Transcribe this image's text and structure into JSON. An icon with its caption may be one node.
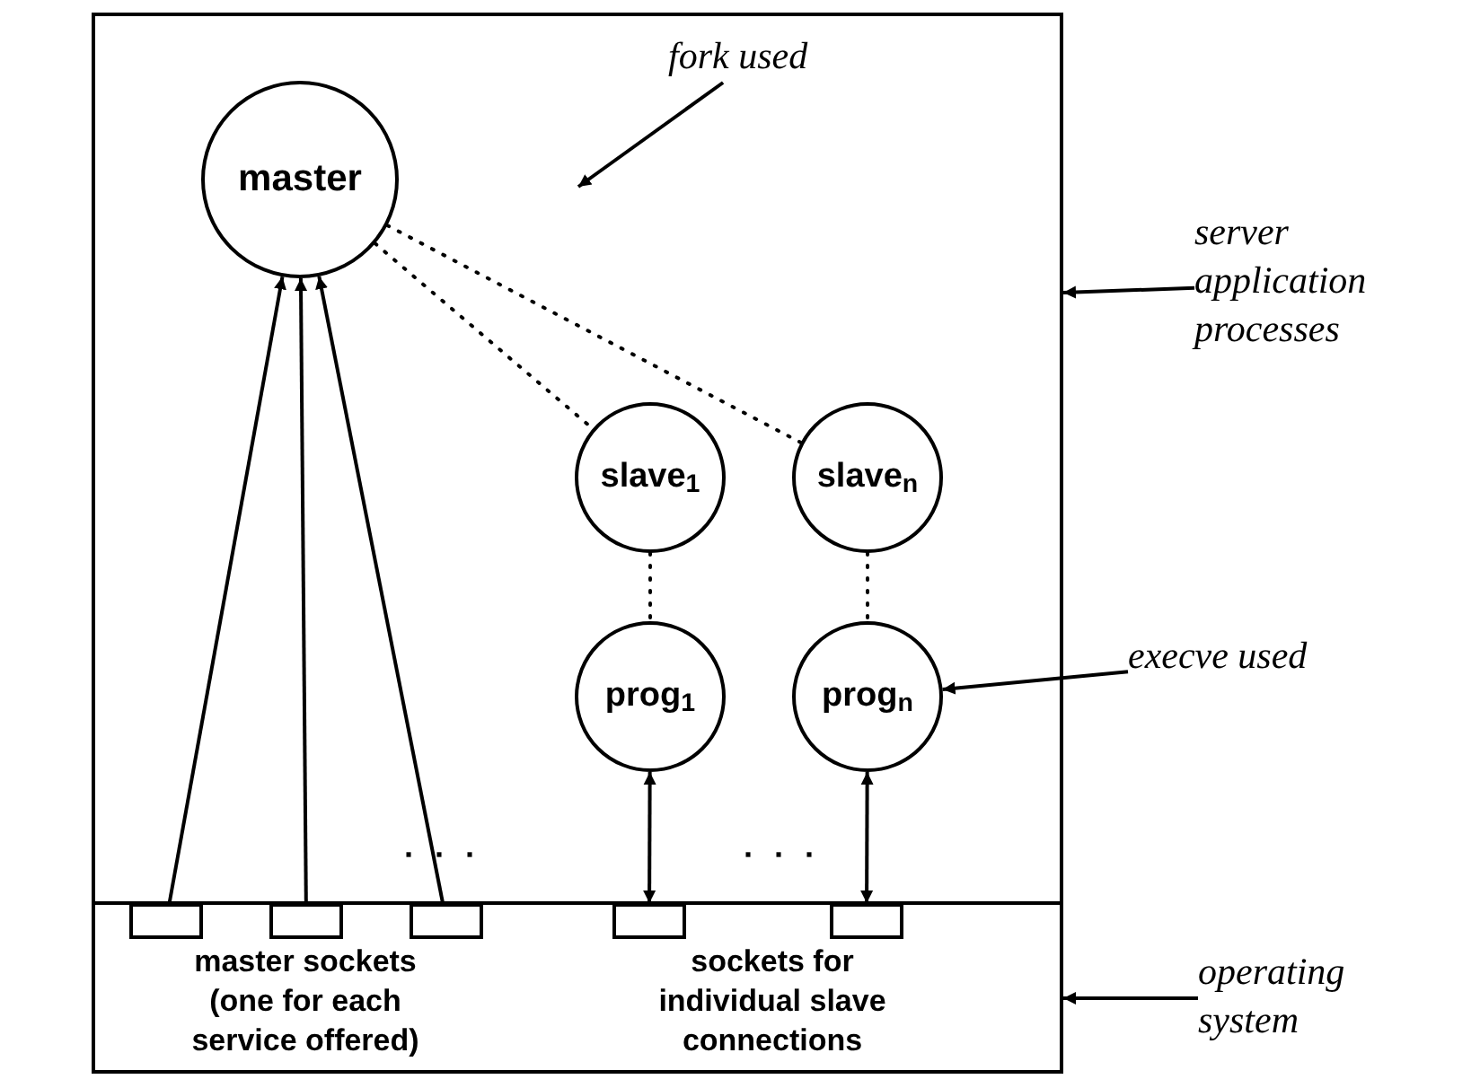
{
  "diagram": {
    "nodes": [
      {
        "text": [
          "master"
        ]
      },
      {
        "text": [
          "fork used"
        ]
      },
      {
        "text": [
          "slave$_{1}$"
        ]
      },
      {
        "text": [
          "slave$_{n}$"
        ]
      },
      {
        "text": [
          "server application processes"
        ]
      },
      {
        "text": [
          "execve used"
        ]
      },
      {
        "text": [
          "prog$_{1}$"
        ]
      },
      {
        "text": [
          "prog$_{n}$"
        ]
      },
      {
        "text": [],
        "shape": "box"
      },
      {
        "text": [],
        "shape": "box"
      },
      {
        "text": [],
        "shape": "box"
      },
      {
        "text": [],
        "shape": "box"
      },
      {
        "text": [],
        "shape": "box"
      },
      {
        "text": [
          "operating system"
        ]
      }
    ],
    "edges": [
      {
        "from": 8,
        "to": 0,
        "arrow": "to"
      },
      {
        "from": 9,
        "to": 0,
        "arrow": "to"
      },
      {
        "from": 10,
        "to": 0,
        "arrow": "to"
      },
      {
        "from": 0,
        "to": 2,
        "arrow": "none",
        "style": "dashed"
      },
      {
        "from": 0,
        "to": 3,
        "arrow": "none",
        "style": "dashed"
      },
      {
        "from": 2,
        "to": 6,
        "arrow": "none",
        "style": "dashed"
      },
      {
        "from": 3,
        "to": 7,
        "arrow": "none",
        "style": "dashed"
      },
      {
        "from": 6,
        "to": 11,
        "arrow": "both"
      },
      {
        "from": 7,
        "to": 12,
        "arrow": "both"
      },
      {
        "from": 1,
        "to": null,
        "arrow": "to"
      },
      {
        "from": 4,
        "to": null,
        "arrow": "to"
      },
      {
        "from": 5,
        "to": 7,
        "arrow": "to"
      },
      {
        "from": 13,
        "to": null,
        "arrow": "to"
      }
    ],
    "labels": [
      "· · ·",
      "· · ·",
      "master sockets (one for each service offered)",
      "sockets for individual slave connections"
    ]
  }
}
